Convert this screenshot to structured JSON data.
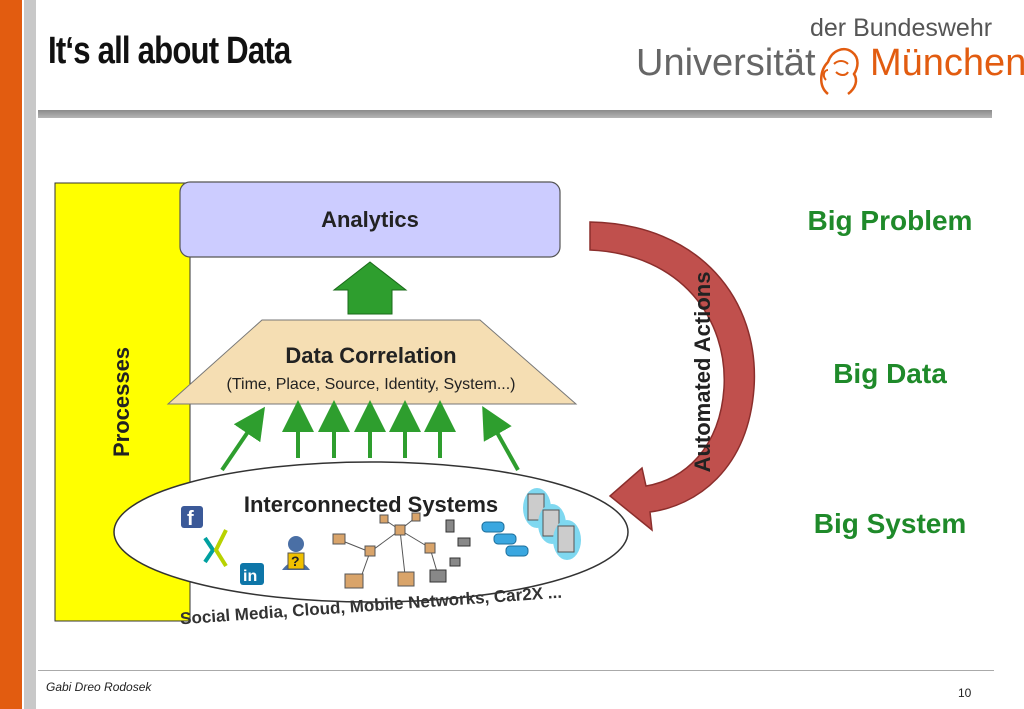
{
  "title": "It‘s all about Data",
  "logo": {
    "line1": "der Bundeswehr",
    "left": "Universität",
    "right": "München"
  },
  "diagram": {
    "processes": "Processes",
    "analytics": "Analytics",
    "correlation_title": "Data Correlation",
    "correlation_sub": "(Time, Place, Source, Identity, System...)",
    "systems": "Interconnected Systems",
    "sources": "Social Media, Cloud, Mobile Networks, Car2X ...",
    "automated": "Automated Actions",
    "unknown_mark": "?"
  },
  "big_labels": [
    "Big Problem",
    "Big Data",
    "Big System"
  ],
  "footer": {
    "author": "Gabi Dreo Rodosek",
    "page": "10"
  },
  "colors": {
    "accent_orange": "#e25c10",
    "processes_yellow": "#ffff00",
    "analytics_fill": "#ccccff",
    "correlation_fill": "#f5deb3",
    "arrow_green": "#2e9e2e",
    "automated_red": "#c0504d",
    "label_green": "#1f8a2a"
  }
}
